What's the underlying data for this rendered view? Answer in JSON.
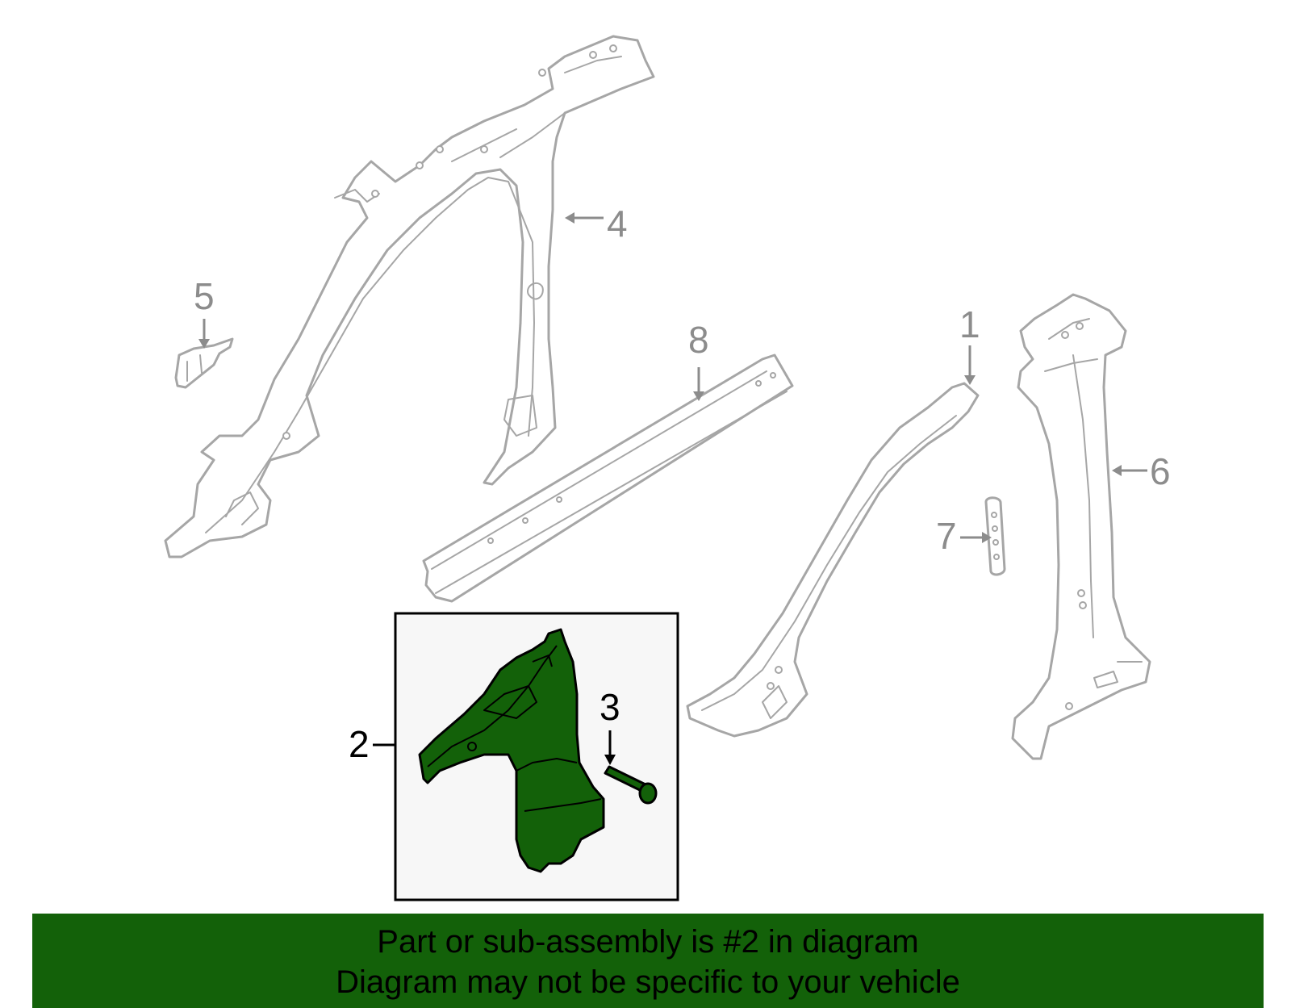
{
  "callouts": {
    "c1": "1",
    "c2": "2",
    "c3": "3",
    "c4": "4",
    "c5": "5",
    "c6": "6",
    "c7": "7",
    "c8": "8"
  },
  "banner": {
    "line1": "Part or sub-assembly is #2 in diagram",
    "line2": "Diagram may not be specific to your vehicle"
  },
  "colors": {
    "highlight": "#136109",
    "outline": "#a6a6a6",
    "label": "#8c8c8c"
  }
}
